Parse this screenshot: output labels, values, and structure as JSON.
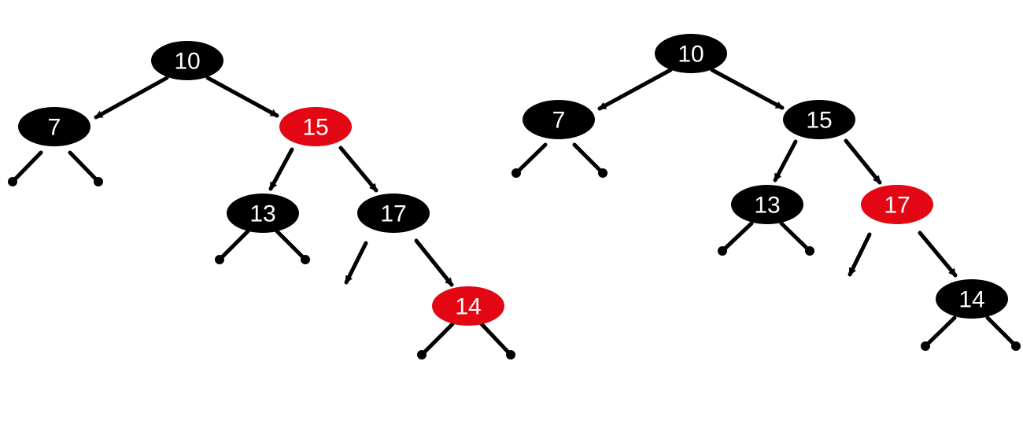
{
  "colors": {
    "black_node": "#000000",
    "red_node": "#e30613",
    "edge": "#000000",
    "label": "#ffffff"
  },
  "trees": [
    {
      "nodes": [
        {
          "id": "a10",
          "label": "10",
          "color": "black"
        },
        {
          "id": "a7",
          "label": "7",
          "color": "black"
        },
        {
          "id": "a15",
          "label": "15",
          "color": "red"
        },
        {
          "id": "a13",
          "label": "13",
          "color": "black"
        },
        {
          "id": "a17",
          "label": "17",
          "color": "black"
        },
        {
          "id": "a14",
          "label": "14",
          "color": "red"
        }
      ],
      "edges": [
        {
          "from": "a10",
          "to": "a7"
        },
        {
          "from": "a10",
          "to": "a15"
        },
        {
          "from": "a15",
          "to": "a13"
        },
        {
          "from": "a15",
          "to": "a17"
        },
        {
          "from": "a17",
          "to": "a14"
        }
      ],
      "nil_leaves": [
        "a7-left",
        "a7-right",
        "a13-left",
        "a13-right",
        "a14-left",
        "a14-right"
      ],
      "empty_arrows": [
        "a17-left"
      ]
    },
    {
      "nodes": [
        {
          "id": "b10",
          "label": "10",
          "color": "black"
        },
        {
          "id": "b7",
          "label": "7",
          "color": "black"
        },
        {
          "id": "b15",
          "label": "15",
          "color": "black"
        },
        {
          "id": "b13",
          "label": "13",
          "color": "black"
        },
        {
          "id": "b17",
          "label": "17",
          "color": "red"
        },
        {
          "id": "b14",
          "label": "14",
          "color": "black"
        }
      ],
      "edges": [
        {
          "from": "b10",
          "to": "b7"
        },
        {
          "from": "b10",
          "to": "b15"
        },
        {
          "from": "b15",
          "to": "b13"
        },
        {
          "from": "b15",
          "to": "b17"
        },
        {
          "from": "b17",
          "to": "b14"
        }
      ],
      "nil_leaves": [
        "b7-left",
        "b7-right",
        "b13-left",
        "b13-right",
        "b14-left",
        "b14-right"
      ],
      "empty_arrows": [
        "b17-left"
      ]
    }
  ]
}
